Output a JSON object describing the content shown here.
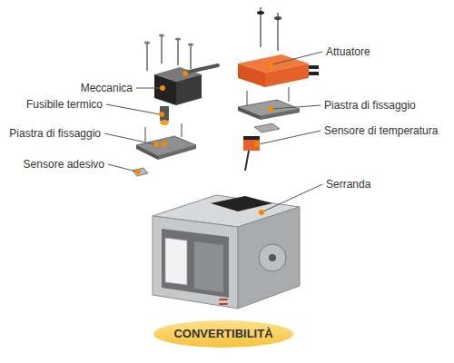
{
  "diagram": {
    "nodes": [
      {
        "text": [
          "CONVERTIBILITÀ"
        ]
      }
    ],
    "labels": [
      "Meccanica",
      "Fusibile termico",
      "Piastra di fissaggio",
      "Sensore adesivo",
      "Attuatore",
      "Piastra di fissaggio",
      "Sensore di temperatura",
      "Serranda",
      "="
    ]
  }
}
